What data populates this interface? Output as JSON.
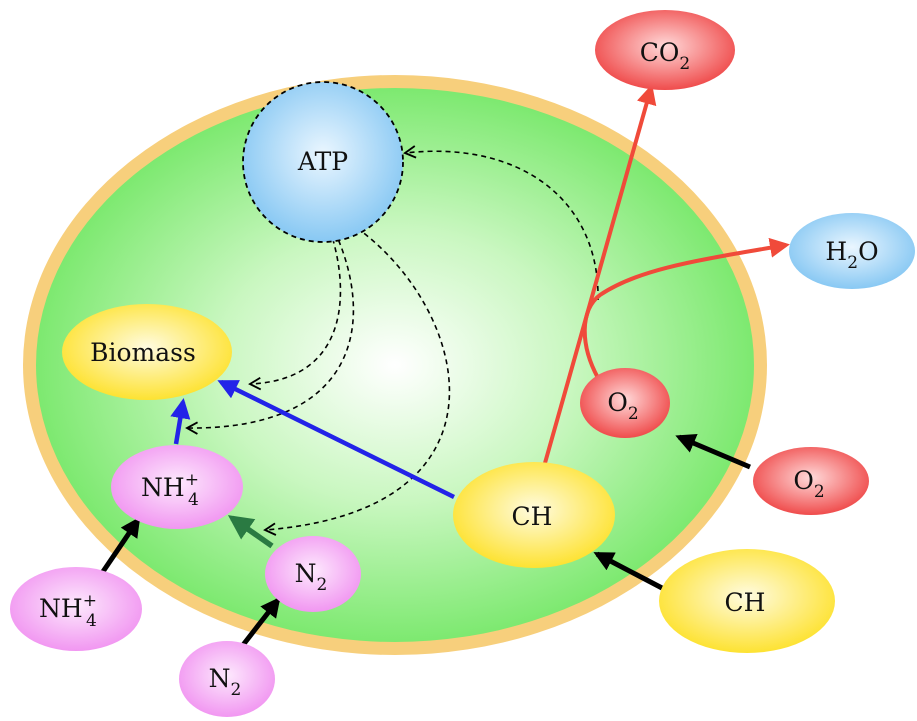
{
  "nodes": {
    "co2_out": {
      "base": "CO",
      "sub": "2",
      "sup": ""
    },
    "h2o_out": {
      "base": "H",
      "sub": "2",
      "tail": "O"
    },
    "atp": {
      "text": "ATP"
    },
    "biomass": {
      "text": "Biomass"
    },
    "o2_in": {
      "base": "O",
      "sub": "2",
      "sup": ""
    },
    "o2_out": {
      "base": "O",
      "sub": "2",
      "sup": ""
    },
    "nh4_in": {
      "base": "NH",
      "sub": "4",
      "sup": "+"
    },
    "nh4_out": {
      "base": "NH",
      "sub": "4",
      "sup": "+"
    },
    "n2_in": {
      "base": "N",
      "sub": "2",
      "sup": ""
    },
    "n2_out": {
      "base": "N",
      "sub": "2",
      "sup": ""
    },
    "ch_in": {
      "text": "CH"
    },
    "ch_out": {
      "text": "CH"
    }
  },
  "colors": {
    "membrane": "#f7cf7c",
    "cytoplasm_center": "#ffffff",
    "cytoplasm_edge": "#6ee660",
    "blue_node": "#7fc4f2",
    "red_node": "#ef4444",
    "yellow_node": "#fde22a",
    "pink_node": "#f08ff0",
    "arrow_red": "#f04a3a",
    "arrow_blue": "#2323e8",
    "arrow_green": "#2a7a42",
    "arrow_black": "#000000"
  }
}
